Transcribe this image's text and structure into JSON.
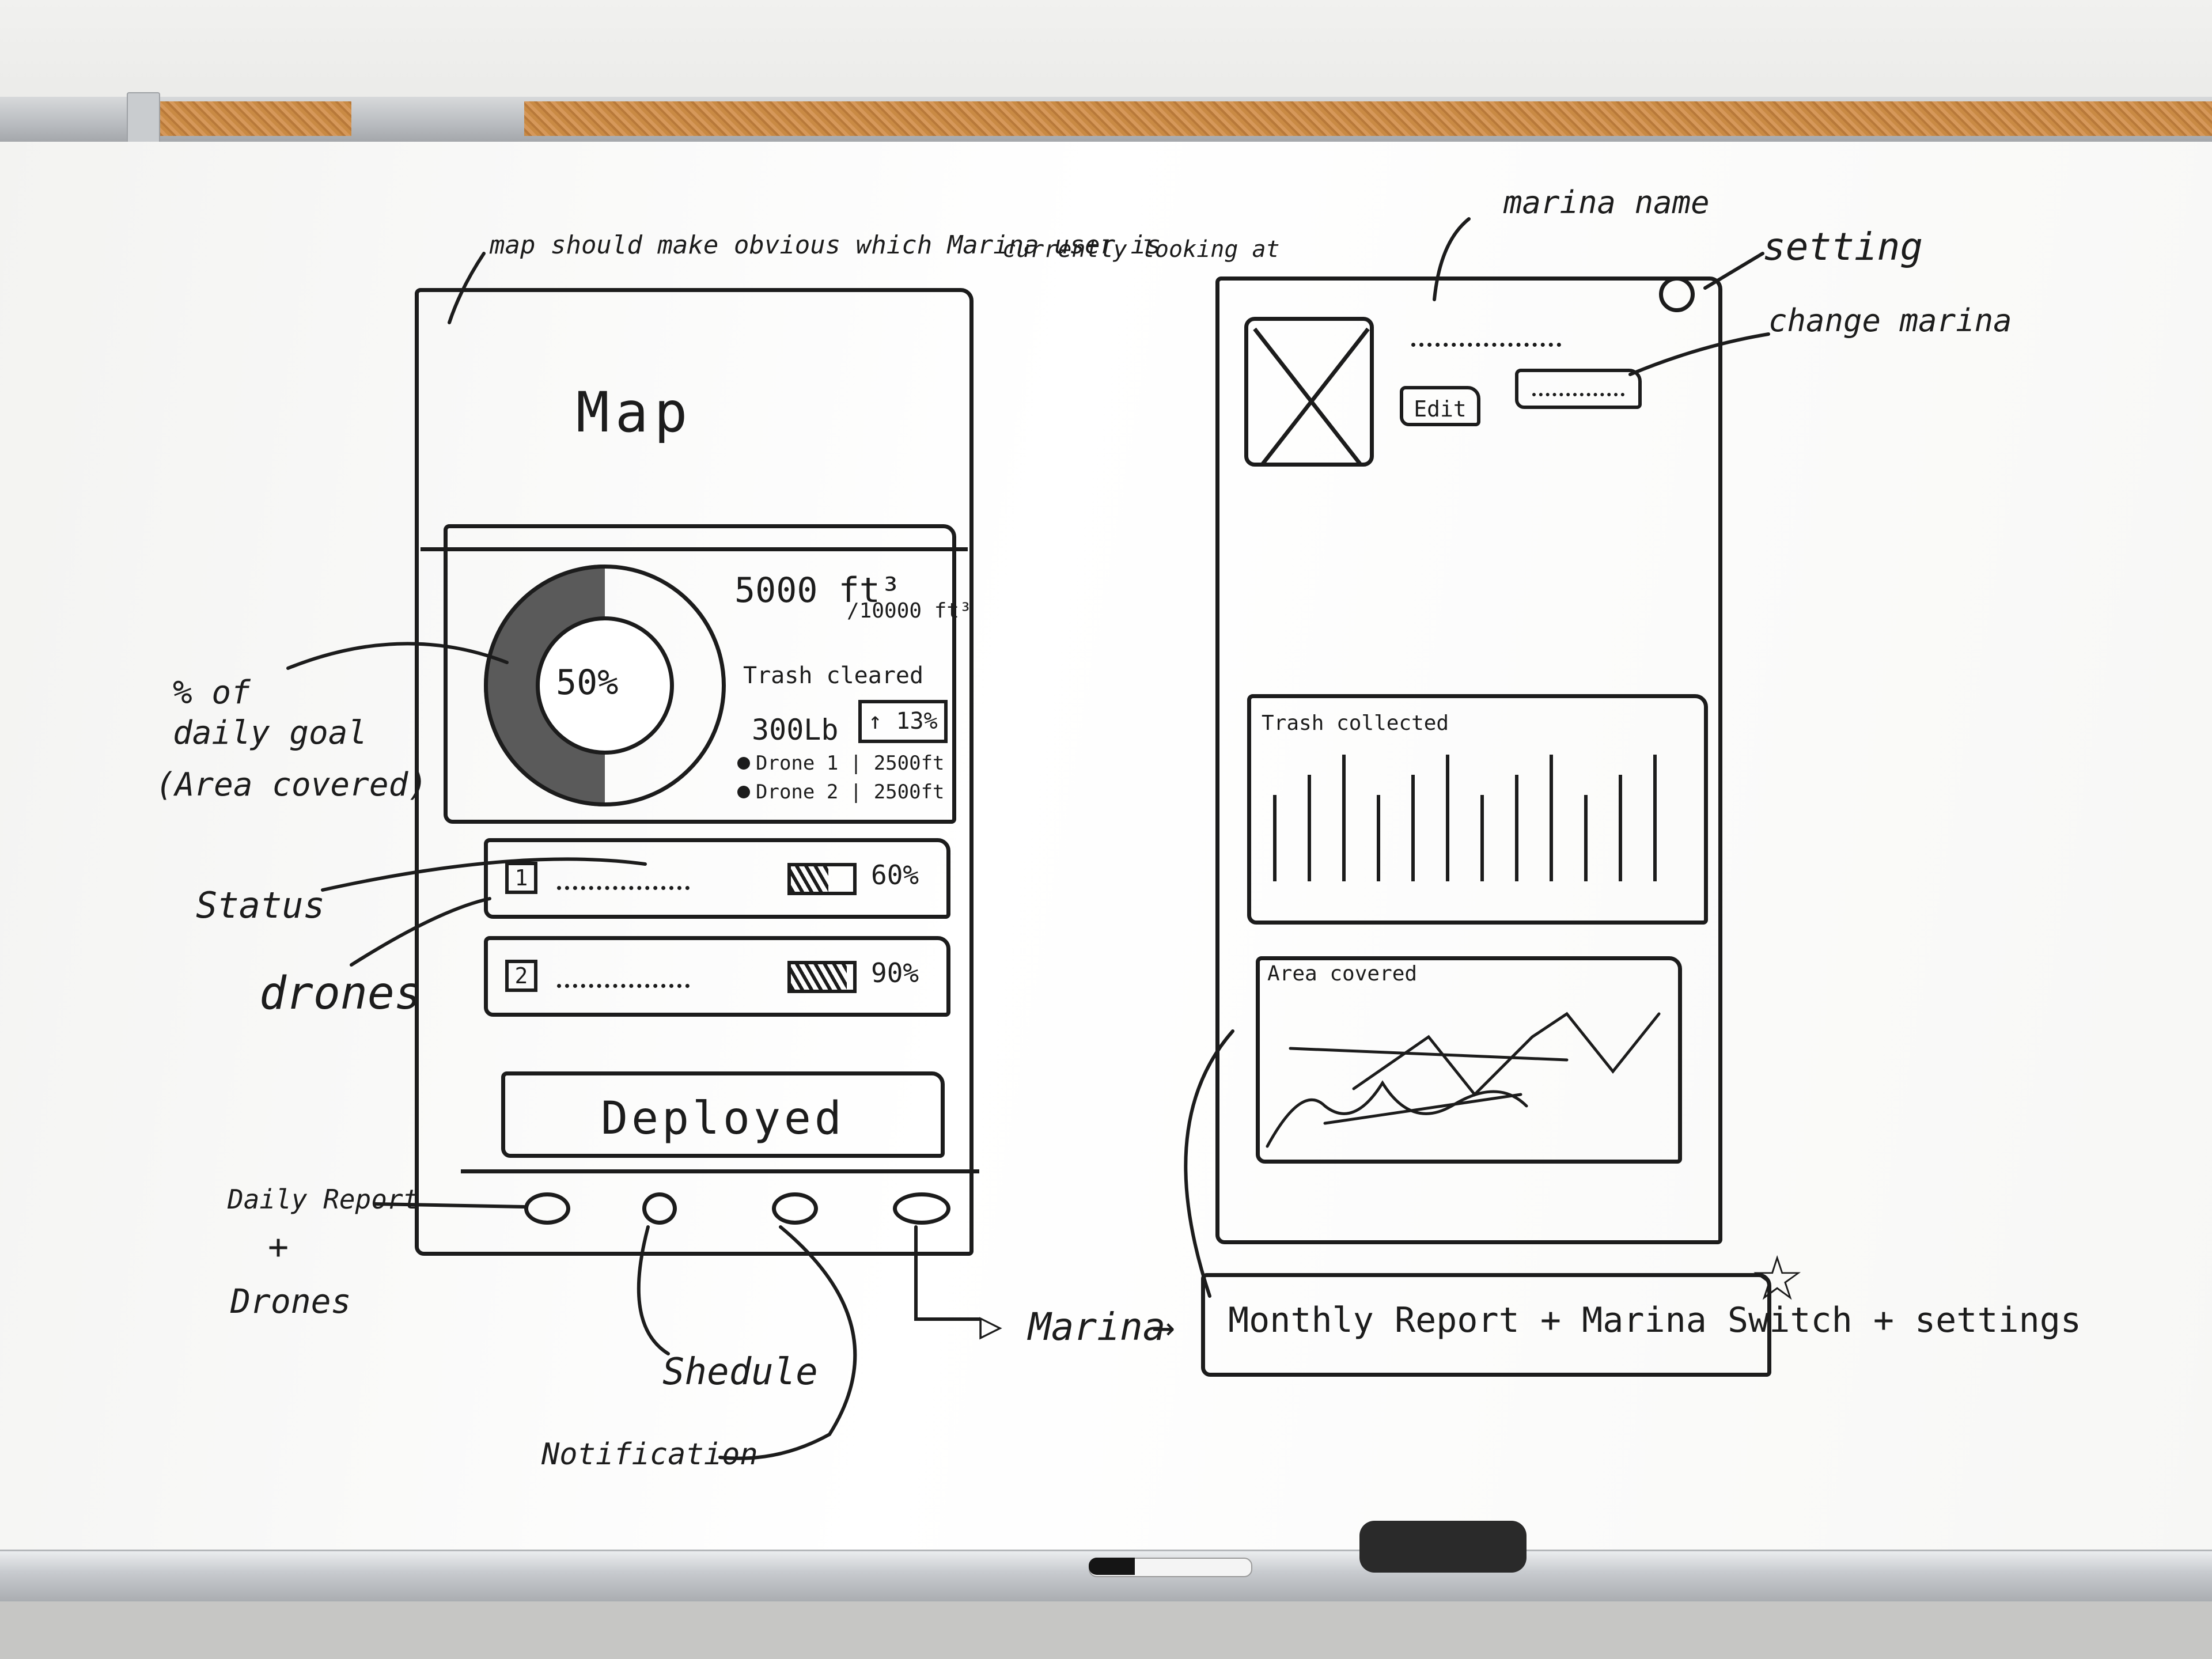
{
  "left_phone": {
    "map_label": "Map",
    "stats": {
      "ring_percent_text": "50%",
      "ring_fraction": 0.5,
      "area_value": "5000 ft³",
      "area_goal": "/10000 ft³",
      "trash_label": "Trash cleared",
      "trash_value": "300Lb",
      "trash_trend": "↑ 13%",
      "drone_lines": [
        "Drone 1 | 2500ft",
        "Drone 2 | 2500ft"
      ]
    },
    "drones": [
      {
        "num": "1",
        "battery_text": "60%",
        "battery_fraction": 0.6
      },
      {
        "num": "2",
        "battery_text": "90%",
        "battery_fraction": 0.9
      }
    ],
    "deployed_label": "Deployed"
  },
  "annotations": {
    "top_note": "map should make obvious which Marina user is",
    "top_note_2": "currently looking at",
    "pct_note_1": "% of",
    "pct_note_2": "daily goal",
    "pct_note_3": "(Area covered)",
    "status": "Status",
    "drones": "drones",
    "daily_1": "Daily Report",
    "daily_2": "+",
    "daily_3": "Drones",
    "schedule": "Shedule",
    "notification": "Notification",
    "arrow_1": "▷",
    "marina": "Marina",
    "arrow_2": "→",
    "marina_name": "marina name",
    "setting": "setting",
    "change_marina": "change marina"
  },
  "right_phone": {
    "edit_label": "Edit",
    "trash_card_title": "Trash collected",
    "area_card_title": "Area covered",
    "footer_text": "Monthly Report + Marina Switch + settings"
  },
  "star_glyph": "☆"
}
